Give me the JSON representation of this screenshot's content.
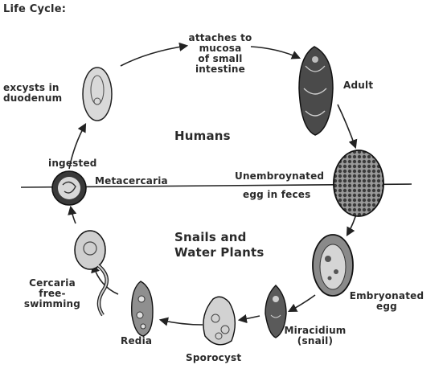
{
  "title": "Life Cycle:",
  "zones": {
    "upper": "Humans",
    "lower": "Snails and\nWater Plants"
  },
  "stages": {
    "attaches": "attaches to\nmucosa\nof small\nintestine",
    "adult": "Adult",
    "unembryonated": "Unembroynated",
    "egg_in_feces": "egg in feces",
    "embryonated": "Embryonated\negg",
    "miracidium": "Miracidium\n(snail)",
    "sporocyst": "Sporocyst",
    "redia": "Redia",
    "cercaria": "Cercaria\nfree-\nswimming",
    "metacercaria": "Metacercaria",
    "ingested": "ingested",
    "excysts": "excysts in\nduodenum"
  }
}
